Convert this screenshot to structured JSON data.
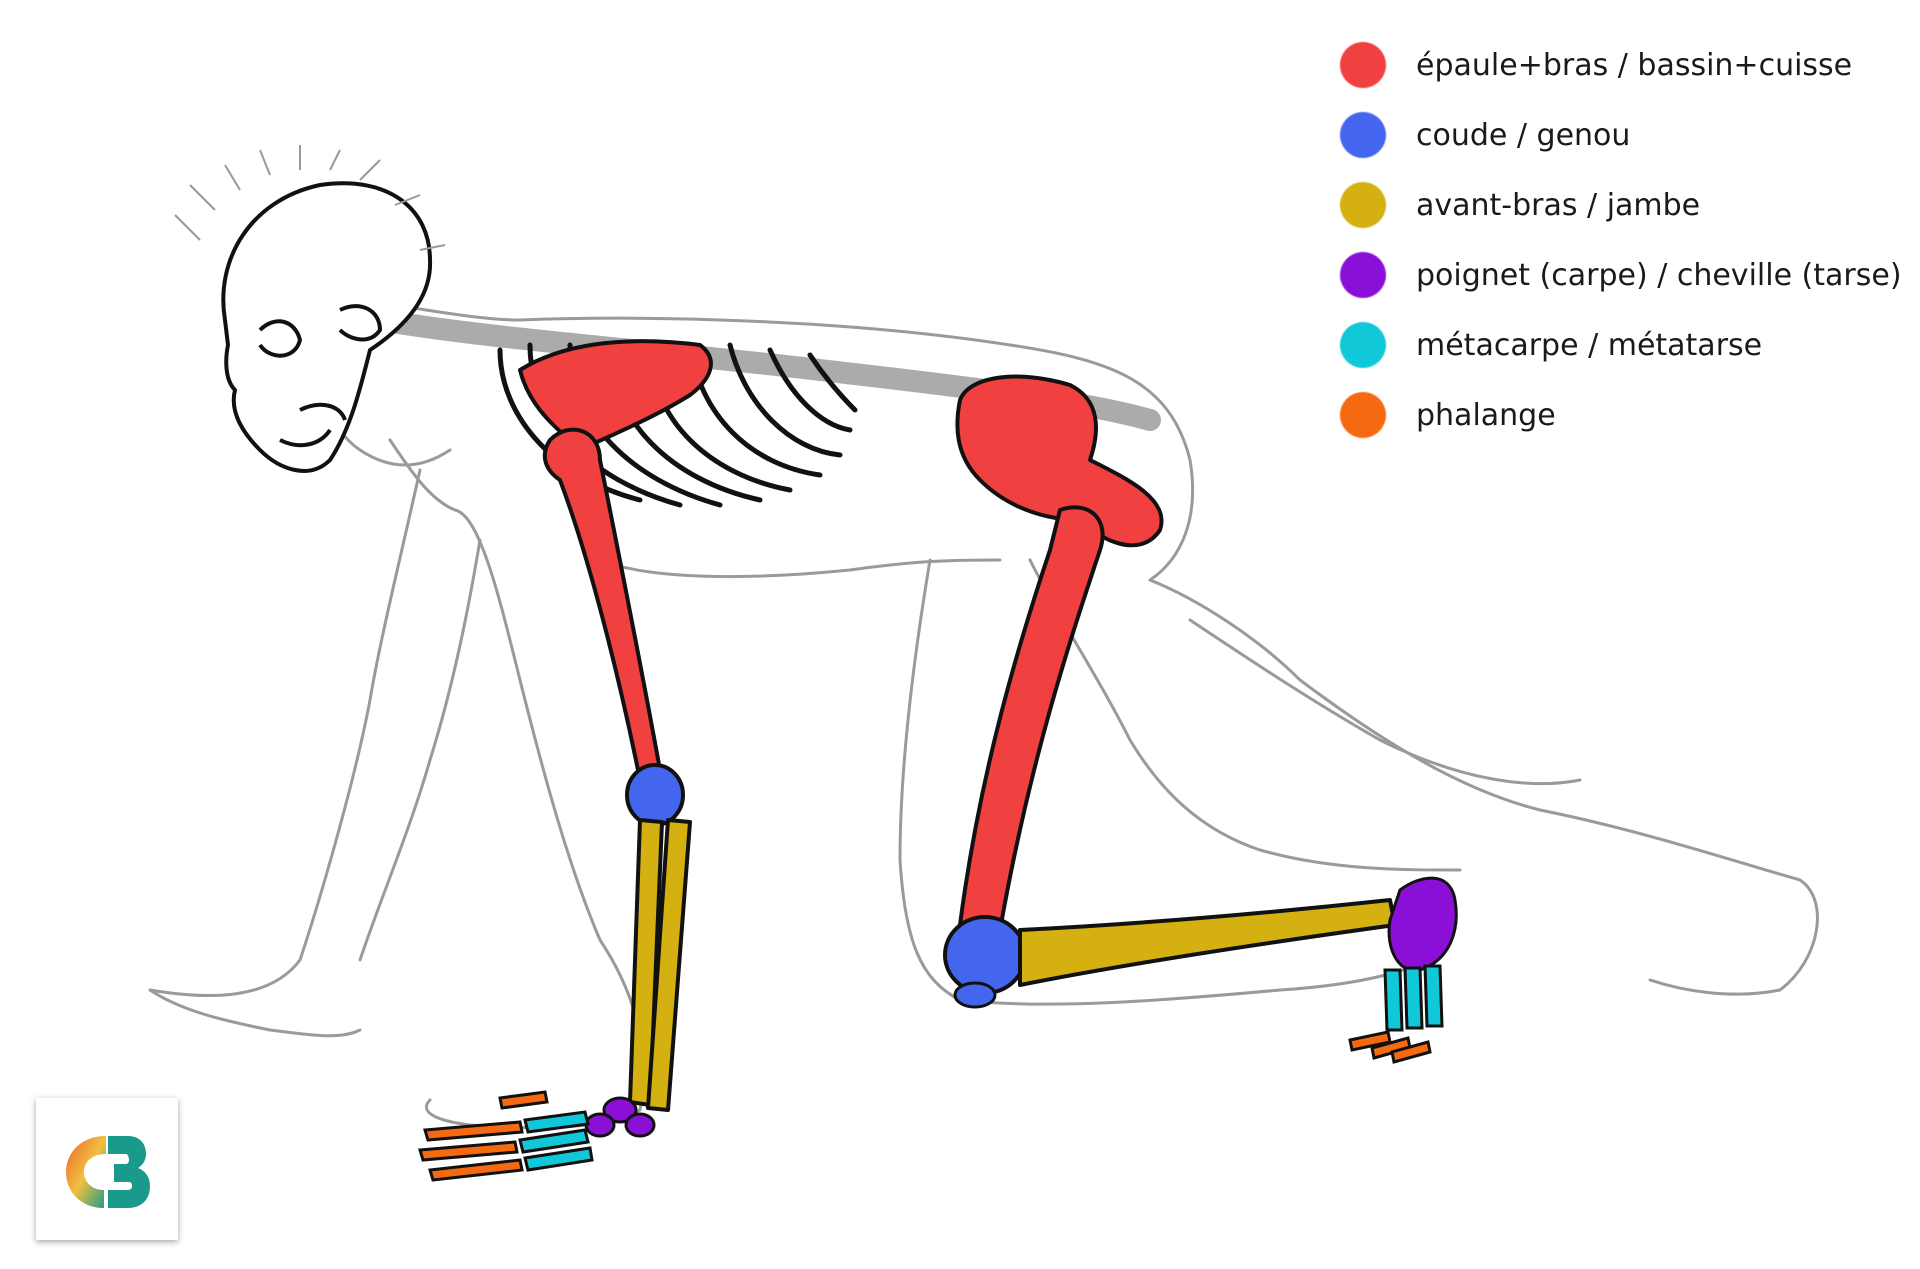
{
  "legend": {
    "items": [
      {
        "label": "épaule+bras / bassin+cuisse",
        "color": "#f04040",
        "icon": "red-dot"
      },
      {
        "label": "coude / genou",
        "color": "#4466ee",
        "icon": "blue-dot"
      },
      {
        "label": "avant-bras / jambe",
        "color": "#d4b010",
        "icon": "yellow-dot"
      },
      {
        "label": "poignet (carpe) / cheville (tarse)",
        "color": "#8a10d8",
        "icon": "purple-dot"
      },
      {
        "label": "métacarpe / métatarse",
        "color": "#10c8d8",
        "icon": "cyan-dot"
      },
      {
        "label": "phalange",
        "color": "#f56a10",
        "icon": "orange-dot"
      }
    ]
  },
  "logo": {
    "icon": "cb-logo-icon",
    "colors": [
      "#e8602a",
      "#f2c040",
      "#1a9a8a"
    ]
  },
  "outline_color": "#111111",
  "sketch_color": "#9a9a9a"
}
